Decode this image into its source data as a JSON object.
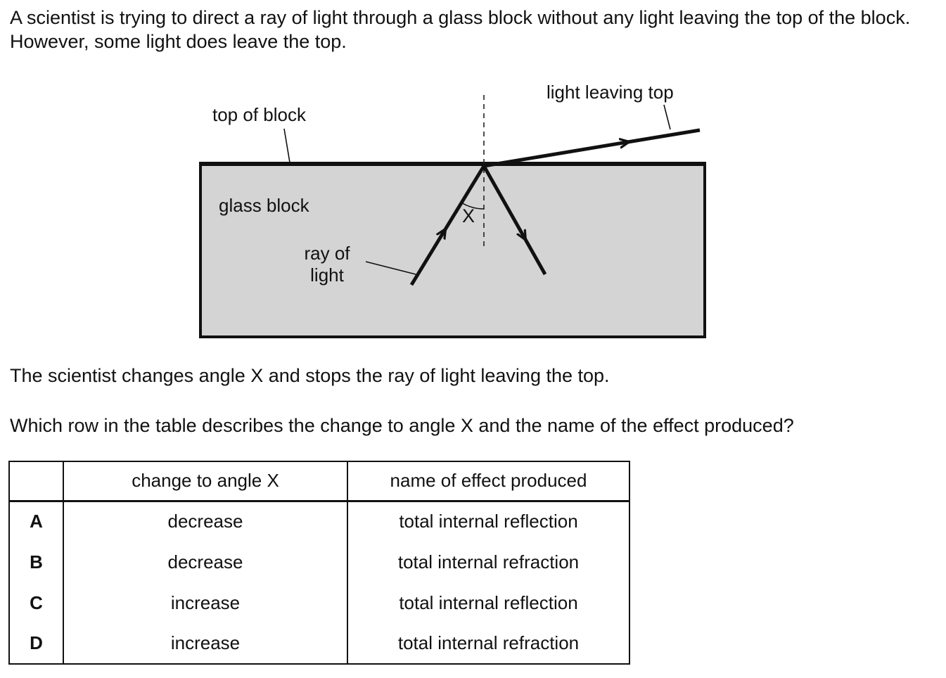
{
  "intro": "A scientist is trying to direct a ray of light through a glass block without any light leaving the top of the block. However, some light does leave the top.",
  "diagram": {
    "labels": {
      "top_of_block": "top of block",
      "light_leaving_top": "light leaving top",
      "glass_block": "glass block",
      "ray_of_light": "ray of\nlight",
      "angle": "X"
    },
    "colors": {
      "glass_fill": "#d4d4d4",
      "line": "#111111"
    }
  },
  "followup": "The scientist changes angle X and stops the ray of light leaving the top.",
  "question": "Which row in the table describes the change to angle X and the name of the effect produced?",
  "table": {
    "headers": [
      "",
      "change to angle X",
      "name of effect produced"
    ],
    "rows": [
      {
        "letter": "A",
        "change": "decrease",
        "effect": "total internal reflection"
      },
      {
        "letter": "B",
        "change": "decrease",
        "effect": "total internal refraction"
      },
      {
        "letter": "C",
        "change": "increase",
        "effect": "total internal reflection"
      },
      {
        "letter": "D",
        "change": "increase",
        "effect": "total internal refraction"
      }
    ]
  }
}
